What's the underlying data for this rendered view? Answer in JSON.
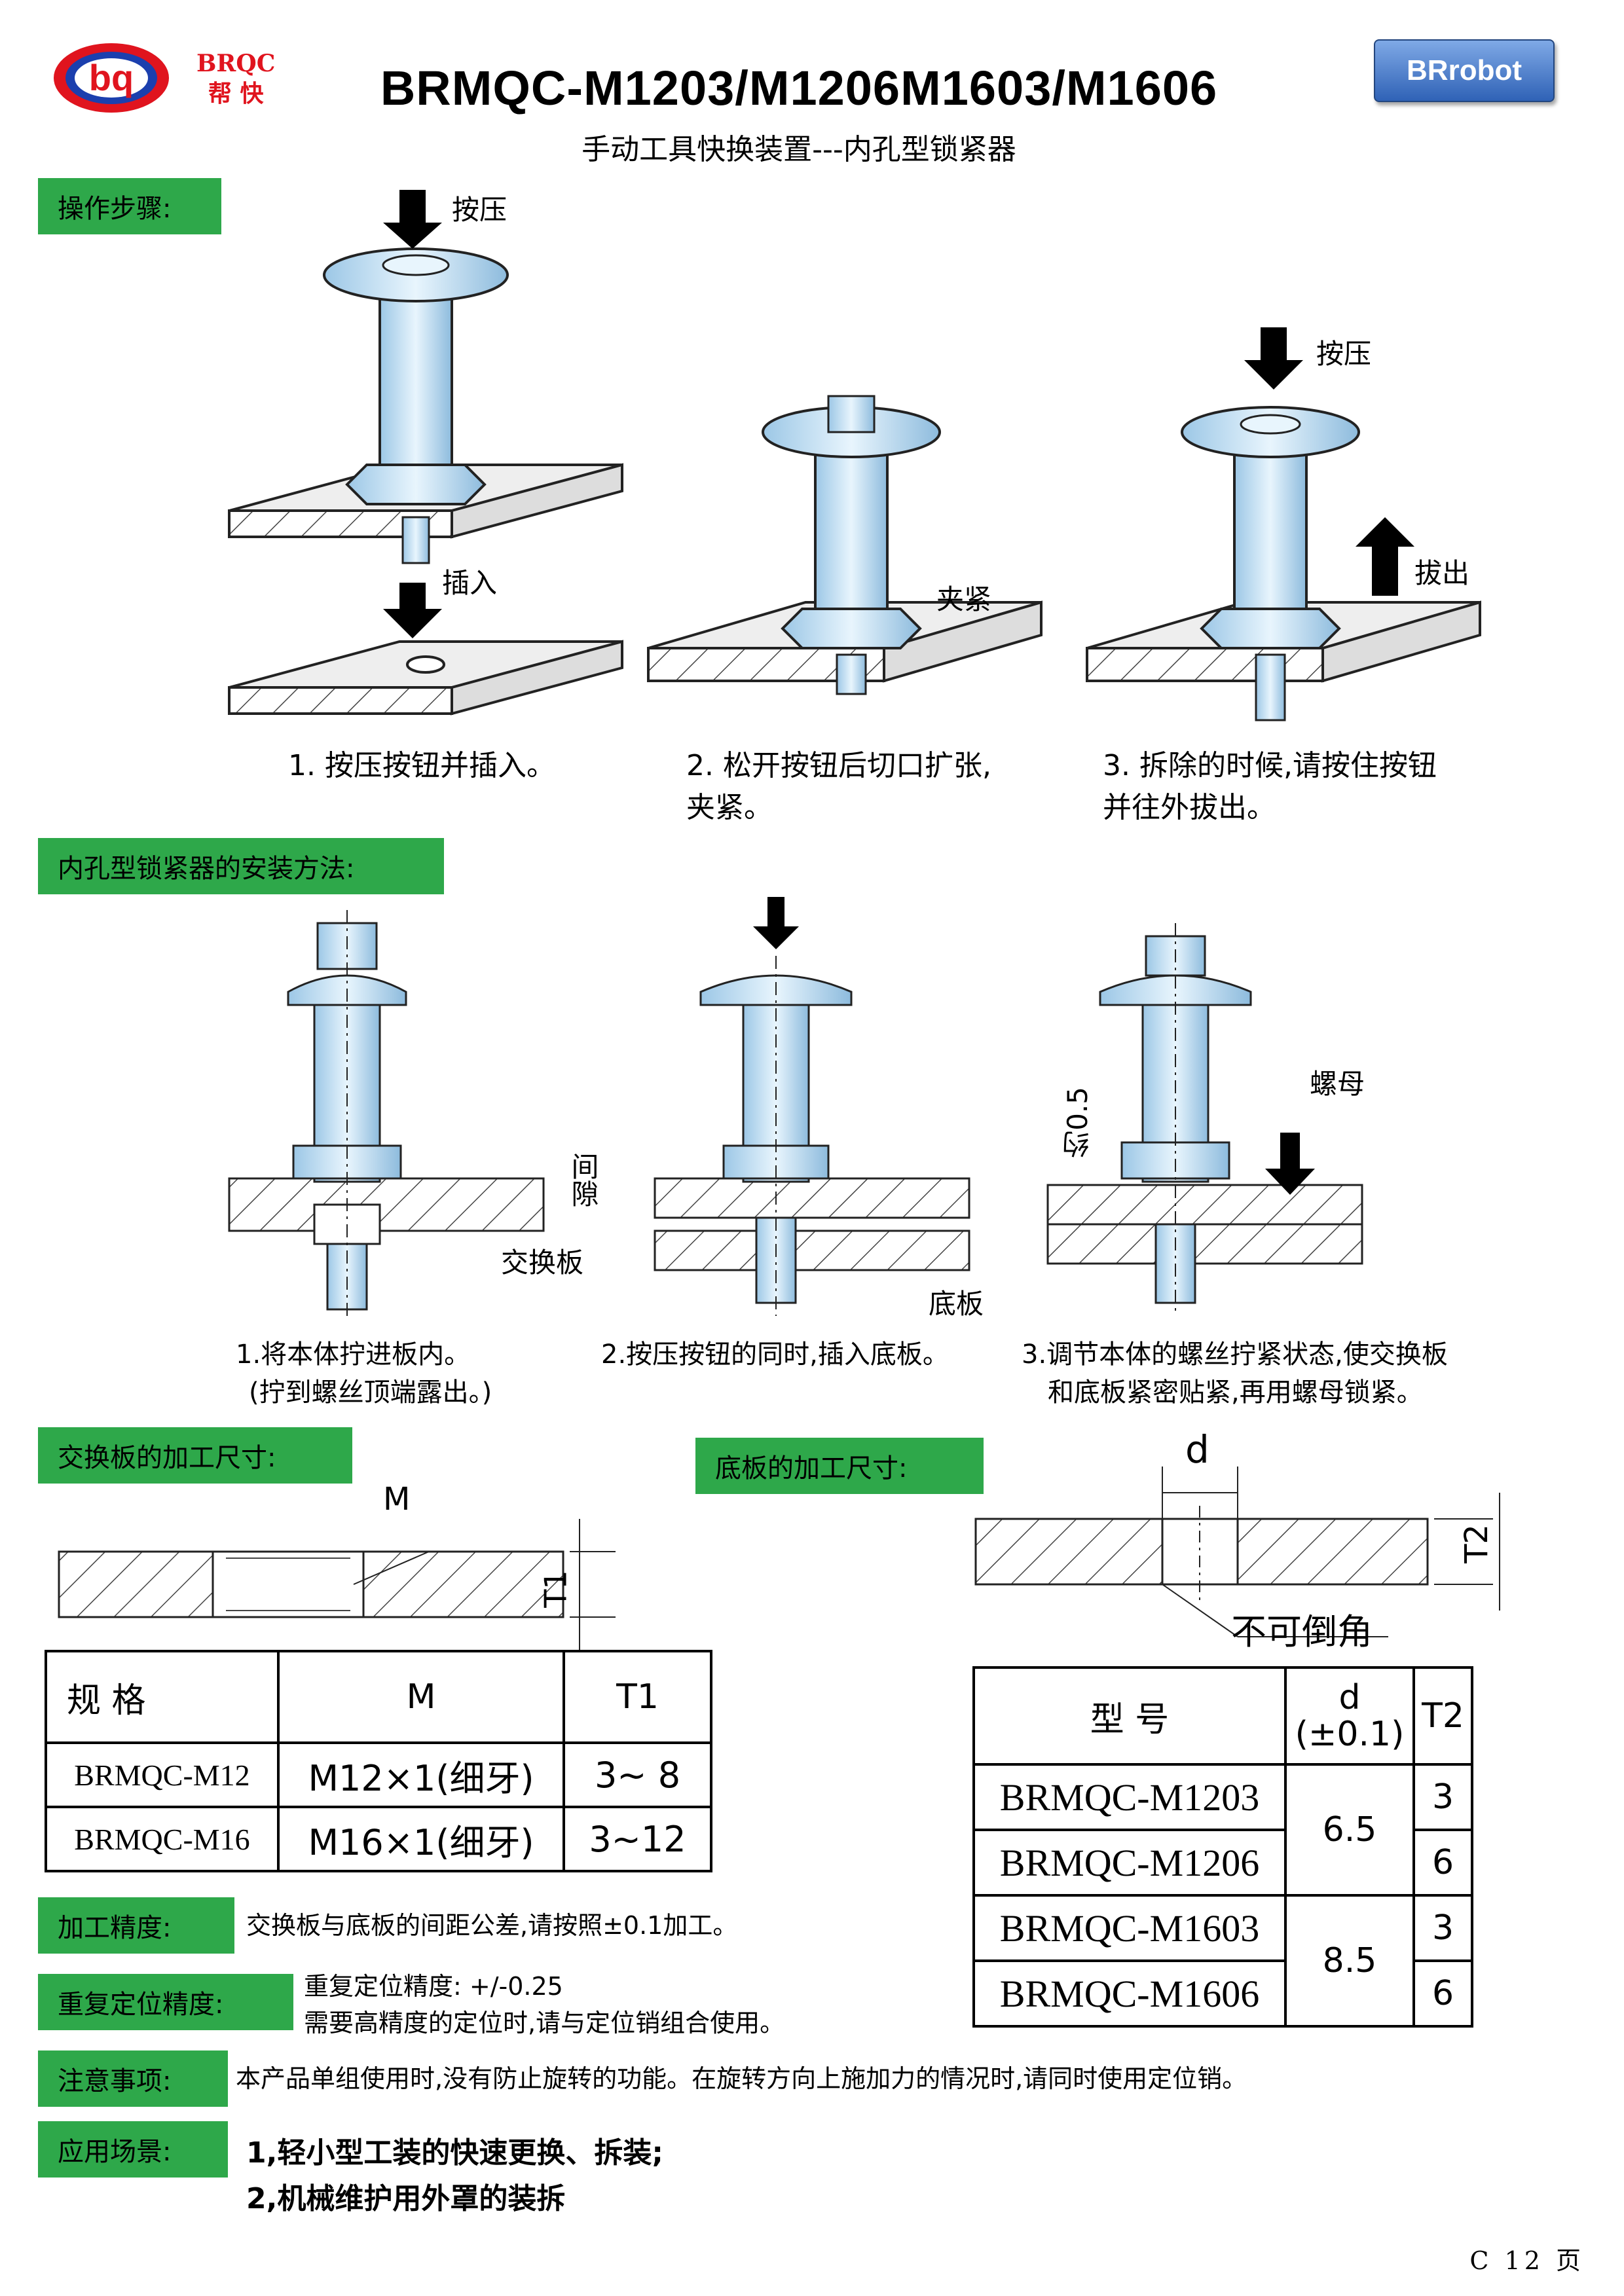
{
  "header": {
    "brand_en": "BRQC",
    "brand_cn": "帮 快",
    "logo_text": "bq",
    "title": "BRMQC-M1203/M1206M1603/M1606",
    "subtitle": "手动工具快换装置---内孔型锁紧器",
    "button": "BRrobot"
  },
  "ops": {
    "heading": "操作步骤:",
    "labels": {
      "press": "按压",
      "insert": "插入",
      "clamp": "夹紧",
      "press2": "按压",
      "pull": "拔出"
    },
    "steps": [
      "1. 按压按钮并插入。",
      "2. 松开按钮后切口扩张,",
      "夹紧。",
      "3. 拆除的时候,请按住按钮",
      "并往外拔出。"
    ]
  },
  "install": {
    "heading": "内孔型锁紧器的安装方法:",
    "labels": {
      "gap": "间隙",
      "plate": "交换板",
      "base": "底板",
      "nut": "螺母",
      "approx": "约0.5"
    },
    "steps": [
      "1.将本体拧进板内。",
      "(拧到螺丝顶端露出。)",
      "2.按压按钮的同时,插入底板。",
      "3.调节本体的螺丝拧紧状态,使交换板",
      "和底板紧密贴紧,再用螺母锁紧。"
    ]
  },
  "exchange": {
    "heading": "交换板的加工尺寸:",
    "label_m": "M",
    "label_t1": "T1",
    "table": {
      "headers": [
        "规      格",
        "M",
        "T1"
      ],
      "rows": [
        [
          "BRMQC-M12",
          "M12×1(细牙)",
          "3~ 8"
        ],
        [
          "BRMQC-M16",
          "M16×1(细牙)",
          "3~12"
        ]
      ]
    }
  },
  "base": {
    "heading": "底板的加工尺寸:",
    "label_d": "d",
    "label_t2": "T2",
    "label_chamfer": "不可倒角",
    "table": {
      "headers": [
        "型      号",
        "d",
        "(±0.1)",
        "T2"
      ],
      "rows": [
        {
          "model": "BRMQC-M1203",
          "d": "6.5",
          "t": "3"
        },
        {
          "model": "BRMQC-M1206",
          "d": "",
          "t": "6"
        },
        {
          "model": "BRMQC-M1603",
          "d": "8.5",
          "t": "3"
        },
        {
          "model": "BRMQC-M1606",
          "d": "",
          "t": "6"
        }
      ]
    }
  },
  "notes": {
    "precision_label": "加工精度:",
    "precision_text": "交换板与底板的间距公差,请按照±0.1加工。",
    "repeat_label": "重复定位精度:",
    "repeat_text1": "重复定位精度: +/-0.25",
    "repeat_text2": "需要高精度的定位时,请与定位销组合使用。",
    "caution_label": "注意事项:",
    "caution_text": "本产品单组使用时,没有防止旋转的功能。在旋转方向上施加力的情况时,请同时使用定位销。",
    "app_label": "应用场景:",
    "app1": "1,轻小型工装的快速更换、拆装;",
    "app2": "2,机械维护用外罩的装拆"
  },
  "footer": {
    "page": "C 12 页"
  },
  "colors": {
    "accent_green": "#2ea84a",
    "brand_red": "#e0141e",
    "part_blue": "#cfe6f5"
  }
}
